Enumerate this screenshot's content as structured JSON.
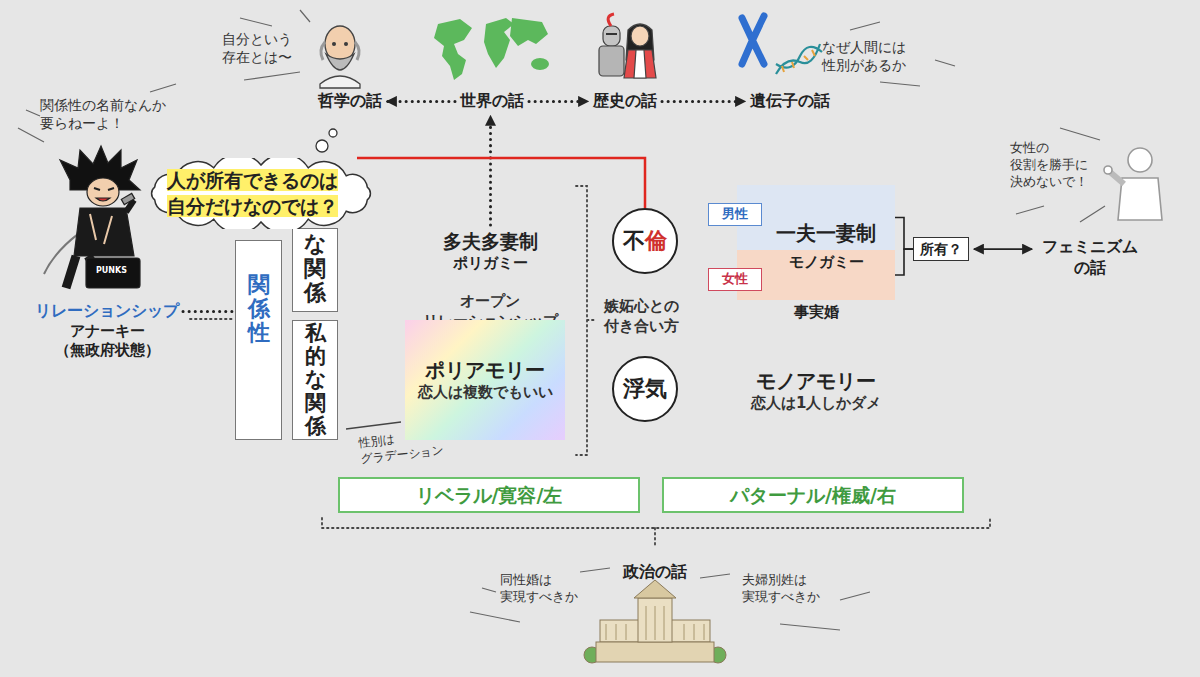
{
  "diagram": {
    "nodes": [
      {
        "text": [
          "哲学の話"
        ]
      },
      {
        "text": [
          "世界の話"
        ]
      },
      {
        "text": [
          "歴史の話"
        ]
      },
      {
        "text": [
          "遺伝子の話"
        ]
      },
      {
        "text": [
          "人が所有できるのは 自分だけなのでは？"
        ]
      },
      {
        "text": [
          "リレーションシップ",
          "アナーキー （無政府状態）"
        ]
      },
      {
        "text": [
          "関係性"
        ]
      },
      {
        "text": [
          "な関係"
        ]
      },
      {
        "text": [
          "私的な関係"
        ]
      },
      {
        "text": [
          "多夫多妻制",
          "ポリガミー"
        ]
      },
      {
        "text": [
          "オープン リレーションシップ"
        ]
      },
      {
        "text": [
          "ポリアモリー",
          "恋人は複数でもいい"
        ]
      },
      {
        "text": [
          "不倫"
        ]
      },
      {
        "text": [
          "浮気"
        ]
      },
      {
        "text": [
          "一夫一妻制"
        ]
      },
      {
        "text": [
          "男性"
        ],
        "in": 14
      },
      {
        "text": [
          "モノガミー"
        ]
      },
      {
        "text": [
          "女性"
        ],
        "in": 16
      },
      {
        "text": [
          "事実婚"
        ]
      },
      {
        "text": [
          "モノアモリー",
          "恋人は1人しかダメ"
        ]
      },
      {
        "text": [
          "所有？"
        ]
      },
      {
        "text": [
          "フェミニズム の話"
        ]
      },
      {
        "text": [
          "リベラル/寛容/左"
        ]
      },
      {
        "text": [
          "パターナル/権威/右"
        ]
      },
      {
        "text": [
          "政治の話"
        ]
      }
    ],
    "edges": [
      {
        "from": 1,
        "to": 0,
        "arrow": "to"
      },
      {
        "from": 1,
        "to": 2,
        "arrow": "to"
      },
      {
        "from": 2,
        "to": 3,
        "arrow": "to"
      },
      {
        "from": 9,
        "to": 1,
        "arrow": "to"
      },
      {
        "from": 4,
        "to": 12,
        "arrow": "none"
      },
      {
        "from": 5,
        "to": 6,
        "arrow": "none"
      },
      {
        "from": 14,
        "to": 20,
        "arrow": "none"
      },
      {
        "from": 16,
        "to": 20,
        "arrow": "none"
      },
      {
        "from": 20,
        "to": 21,
        "arrow": "both"
      }
    ],
    "labels": [
      "自分という 存在とは〜",
      "なぜ人間には 性別があるか",
      "関係性の名前なんか 要らねーよ！",
      "PUNKS",
      "性別は グラデーション",
      "嫉妬心との 付き合い方",
      "女性の 役割を勝手に 決めないで！",
      "同性婚は 実現すべきか",
      "夫婦別姓は 実現すべきか"
    ]
  }
}
